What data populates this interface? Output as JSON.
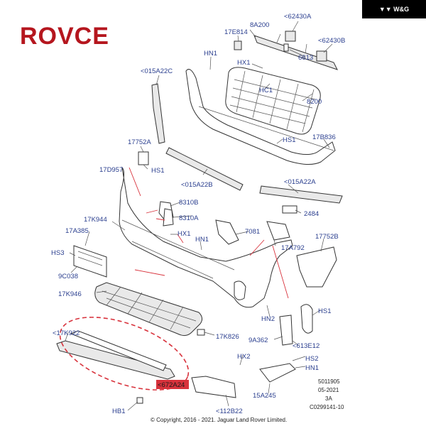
{
  "brand": {
    "logo_text": "ROVCE",
    "badge_text": "W&G"
  },
  "colors": {
    "label": "#2b3f8f",
    "highlight": "#d8323c",
    "logo": "#b5161e"
  },
  "callouts": {
    "c_8A200": "8A200",
    "c_62430A": "<62430A",
    "c_17E814": "17E814",
    "c_62430B": "<62430B",
    "c_6613": "6613",
    "c_HN1_top": "HN1",
    "c_HX1_top": "HX1",
    "c_015A22C": "<015A22C",
    "c_HC1": "HC1",
    "c_8200": "8200",
    "c_HS1_mid": "HS1",
    "c_17B836": "17B836",
    "c_17752A": "17752A",
    "c_17D957": "17D957",
    "c_HS1_left": "HS1",
    "c_015A22B": "<015A22B",
    "c_015A22A": "<015A22A",
    "c_8310B": "8310B",
    "c_2484": "2484",
    "c_8310A": "8310A",
    "c_17K944": "17K944",
    "c_17A385": "17A385",
    "c_HX1_mid": "HX1",
    "c_7081": "7081",
    "c_17752B": "17752B",
    "c_HN1_mid": "HN1",
    "c_HS3": "HS3",
    "c_17A792": "17A792",
    "c_9C038": "9C038",
    "c_17K946": "17K946",
    "c_HS1_right": "HS1",
    "c_HN2": "HN2",
    "c_17K922": "<17K922",
    "c_17K826": "17K826",
    "c_9A362": "9A362",
    "c_613E12": "<613E12",
    "c_HX2": "HX2",
    "c_HS2": "HS2",
    "c_HN1_low": "HN1",
    "c_672A24": "<672A24",
    "c_15A245": "15A245",
    "c_HB1": "HB1",
    "c_112B22": "<112B22"
  },
  "ref": {
    "line1": "5011905",
    "line2": "05-2021",
    "line3": "3A",
    "line4": "C0299141-10"
  },
  "copyright": "© Copyright, 2016 - 2021. Jaguar Land Rover Limited."
}
